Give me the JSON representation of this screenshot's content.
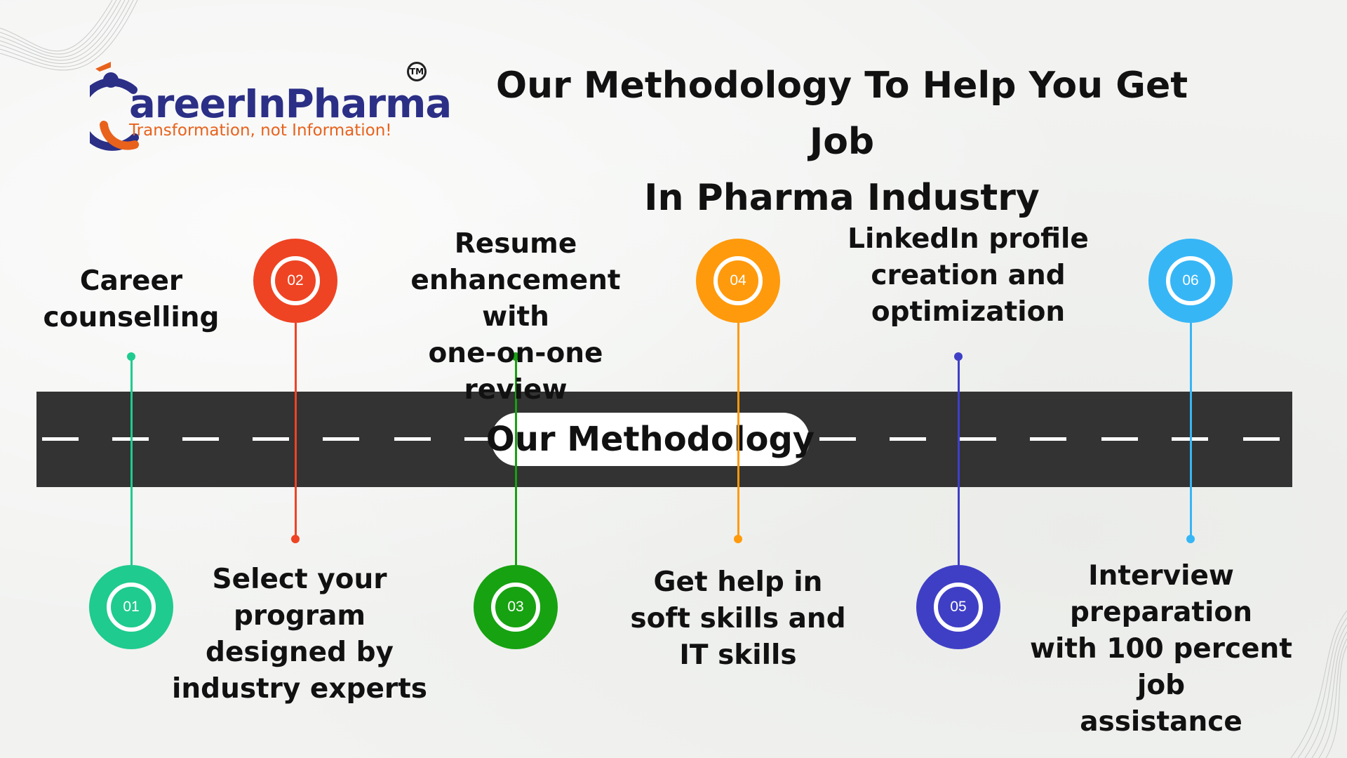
{
  "logo": {
    "brand": "areerInPharma",
    "tagline": "Transformation, not Information!",
    "trademark": "TM"
  },
  "title": {
    "line1": "Our Methodology To Help You Get Job",
    "line2": "In Pharma Industry"
  },
  "road": {
    "label": "Our Methodology"
  },
  "steps": [
    {
      "number": "01",
      "label_lines": [
        "Career",
        "counselling"
      ],
      "color": "#1fcb8f"
    },
    {
      "number": "02",
      "label_lines": [
        "Select your",
        "program",
        "designed by",
        "industry experts"
      ],
      "color": "#ee4423"
    },
    {
      "number": "03",
      "label_lines": [
        "Resume",
        "enhancement with",
        "one-on-one review"
      ],
      "color": "#17a211"
    },
    {
      "number": "04",
      "label_lines": [
        "Get help in",
        "soft skills and",
        "IT skills"
      ],
      "color": "#ff9a0c"
    },
    {
      "number": "05",
      "label_lines": [
        "LinkedIn profile",
        "creation and",
        "optimization"
      ],
      "color": "#3f3fc6"
    },
    {
      "number": "06",
      "label_lines": [
        "Interview preparation",
        "with 100 percent job",
        "assistance"
      ],
      "color": "#37b6f6"
    }
  ],
  "colors": {
    "road": "#333333",
    "brand_navy": "#2b2f86",
    "brand_orange": "#e8621c"
  }
}
